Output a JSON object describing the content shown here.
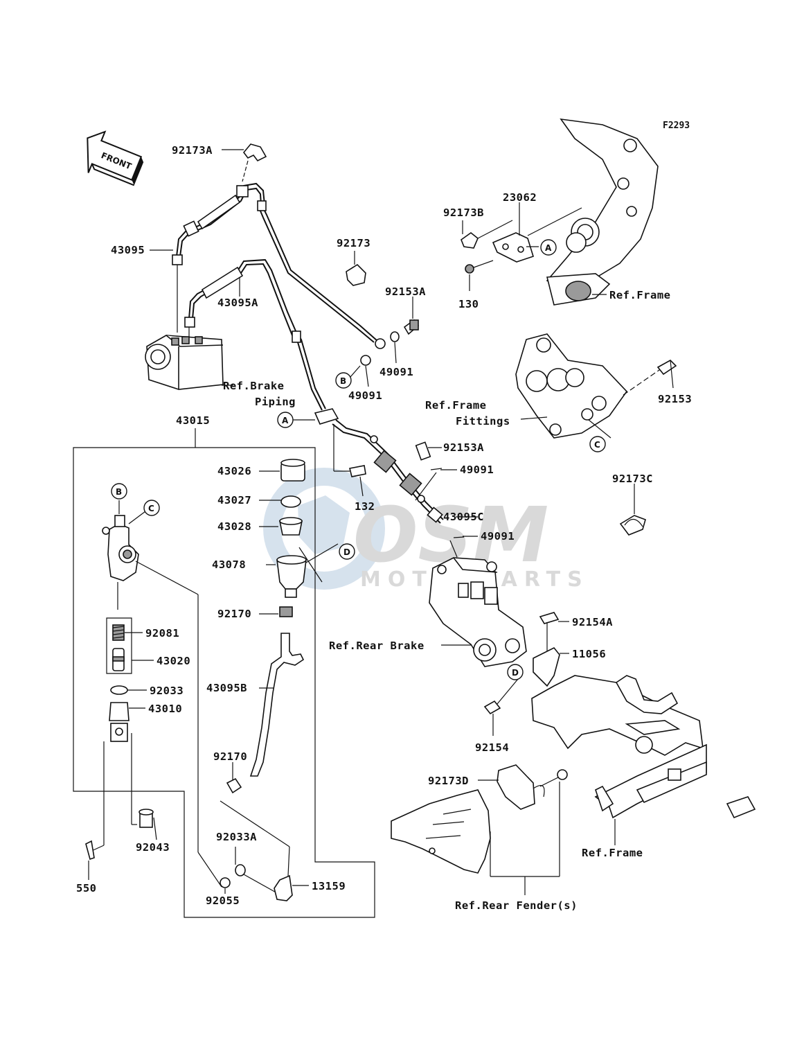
{
  "diagram_code": "F2293",
  "front_arrow_label": "FRONT",
  "watermark": {
    "logo": "OSM",
    "subtitle": "MOTORPARTS"
  },
  "callout_letters": [
    "A",
    "B",
    "C",
    "D"
  ],
  "part_labels": {
    "p92173A": "92173A",
    "p43095": "43095",
    "p43095A": "43095A",
    "p92173": "92173",
    "p92153A_top": "92153A",
    "p49091_a": "49091",
    "p49091_b": "49091",
    "p92173B": "92173B",
    "p23062": "23062",
    "p130": "130",
    "p92153": "92153",
    "p43015": "43015",
    "p43026": "43026",
    "p43027": "43027",
    "p43028": "43028",
    "p43078": "43078",
    "p92170_a": "92170",
    "p43095B": "43095B",
    "p92170_b": "92170",
    "p92033A": "92033A",
    "p92055": "92055",
    "p13159": "13159",
    "p92081": "92081",
    "p43020": "43020",
    "p92033": "92033",
    "p43010": "43010",
    "p92043": "92043",
    "p550": "550",
    "p132": "132",
    "p92153A_mid": "92153A",
    "p49091_c": "49091",
    "p43095C": "43095C",
    "p49091_d": "49091",
    "p92173C": "92173C",
    "p92154A": "92154A",
    "p11056": "11056",
    "p92154": "92154",
    "p92173D": "92173D"
  },
  "reference_labels": {
    "ref_frame_top": "Ref.Frame",
    "ref_brake_piping_1": "Ref.Brake",
    "ref_brake_piping_2": "Piping",
    "ref_frame_fittings_1": "Ref.Frame",
    "ref_frame_fittings_2": "Fittings",
    "ref_rear_brake": "Ref.Rear Brake",
    "ref_frame_bottom": "Ref.Frame",
    "ref_rear_fender": "Ref.Rear Fender(s)"
  }
}
